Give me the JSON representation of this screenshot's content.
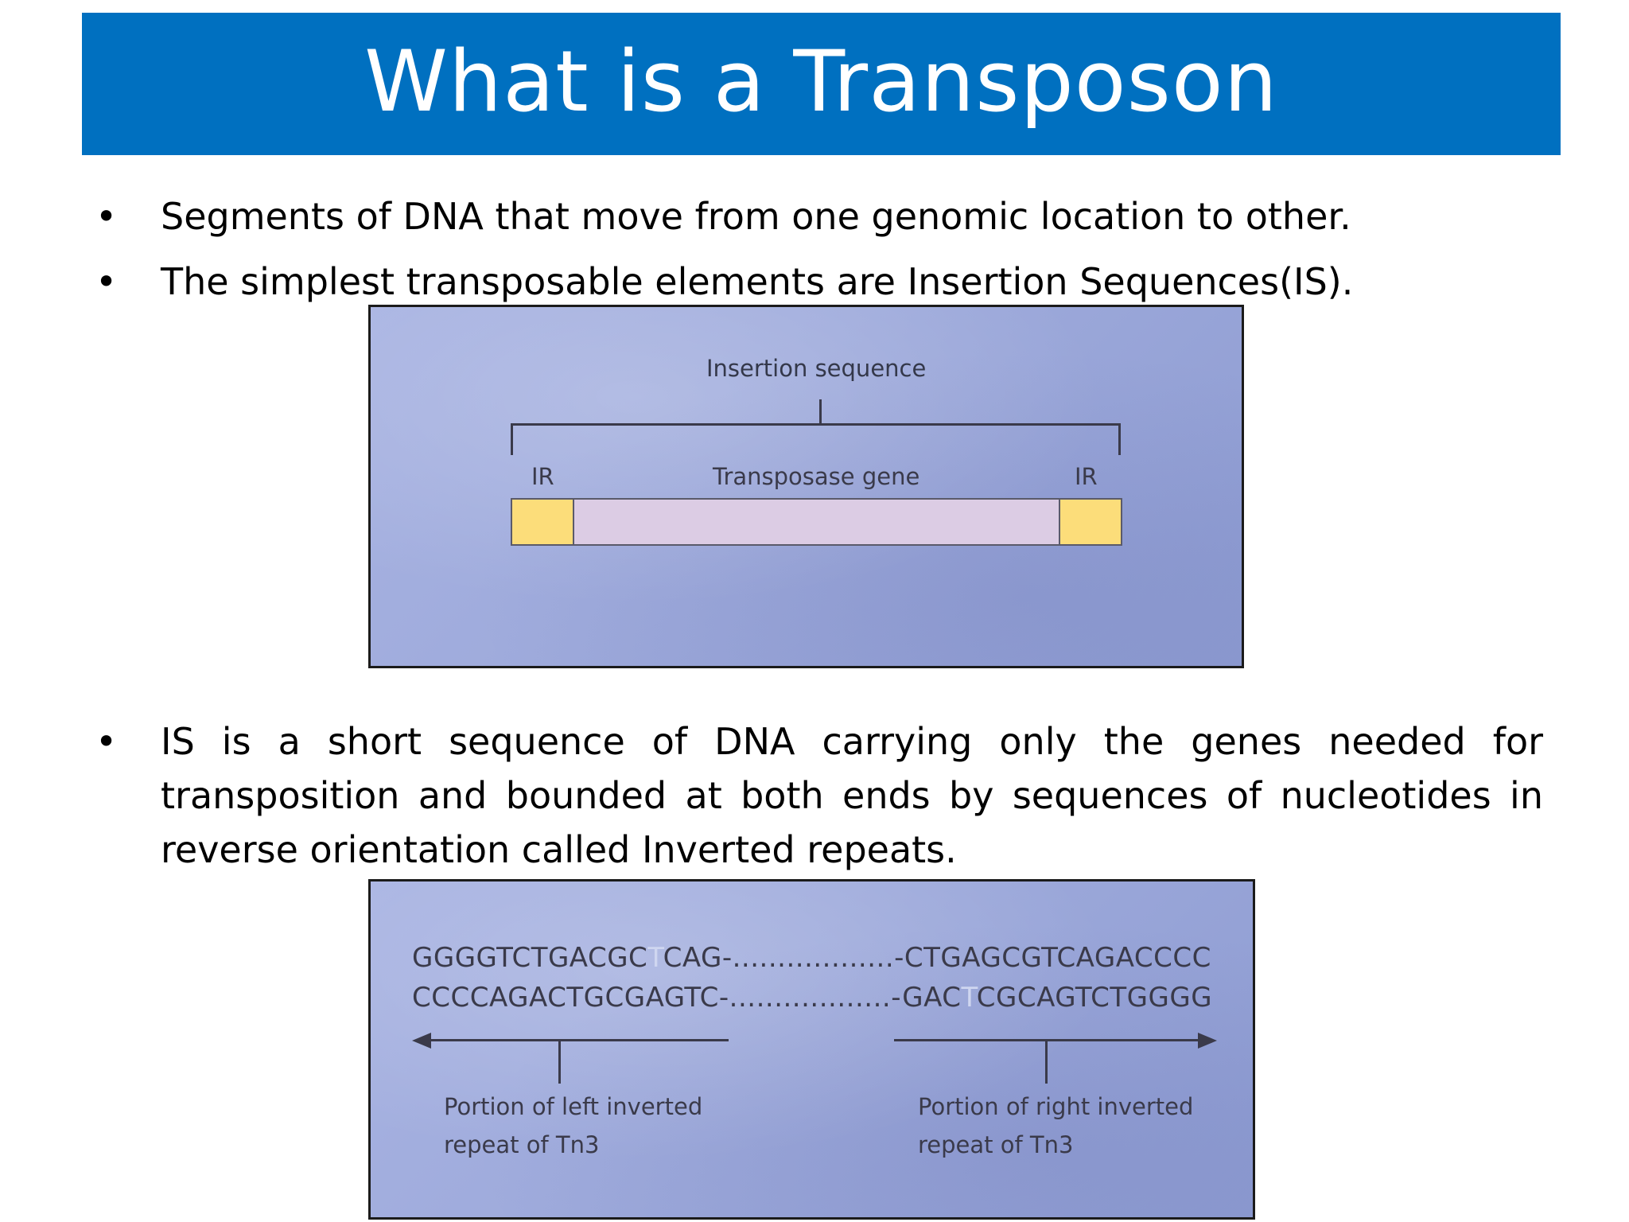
{
  "title": "What is a Transposon",
  "bullets": [
    "Segments of DNA that move from one genomic location to other.",
    "The simplest transposable elements are Insertion Sequences(IS).",
    "IS is a short sequence of DNA carrying only the genes needed for transposition and bounded at both ends by sequences of nucleotides in reverse orientation called Inverted repeats."
  ],
  "bullet_glyph": "•",
  "figure1": {
    "insertion_label": "Insertion sequence",
    "ir_left": "IR",
    "gene_label": "Transposase gene",
    "ir_right": "IR",
    "colors": {
      "ir": "#FCDD7A",
      "gene": "#DCCCE4"
    }
  },
  "figure2": {
    "top_left": "GGGGTCTGACGC",
    "top_gap": "T",
    "top_mid": "CAG-",
    "dots": "..................",
    "top_right": "-CTGAGCGTCAGACCCC",
    "bottom_left": "CCCCAGACTGCGAGTC-",
    "bottom_mid": "-GAC",
    "bottom_gap": "T",
    "bottom_right": "CGCAGTCTGGGG",
    "left_caption_1": "Portion of left inverted",
    "left_caption_2": "repeat of Tn3",
    "right_caption_1": "Portion of right inverted",
    "right_caption_2": "repeat of Tn3"
  },
  "colors": {
    "title_bar": "#0070C0",
    "figure_bg": "#9fabdc"
  }
}
